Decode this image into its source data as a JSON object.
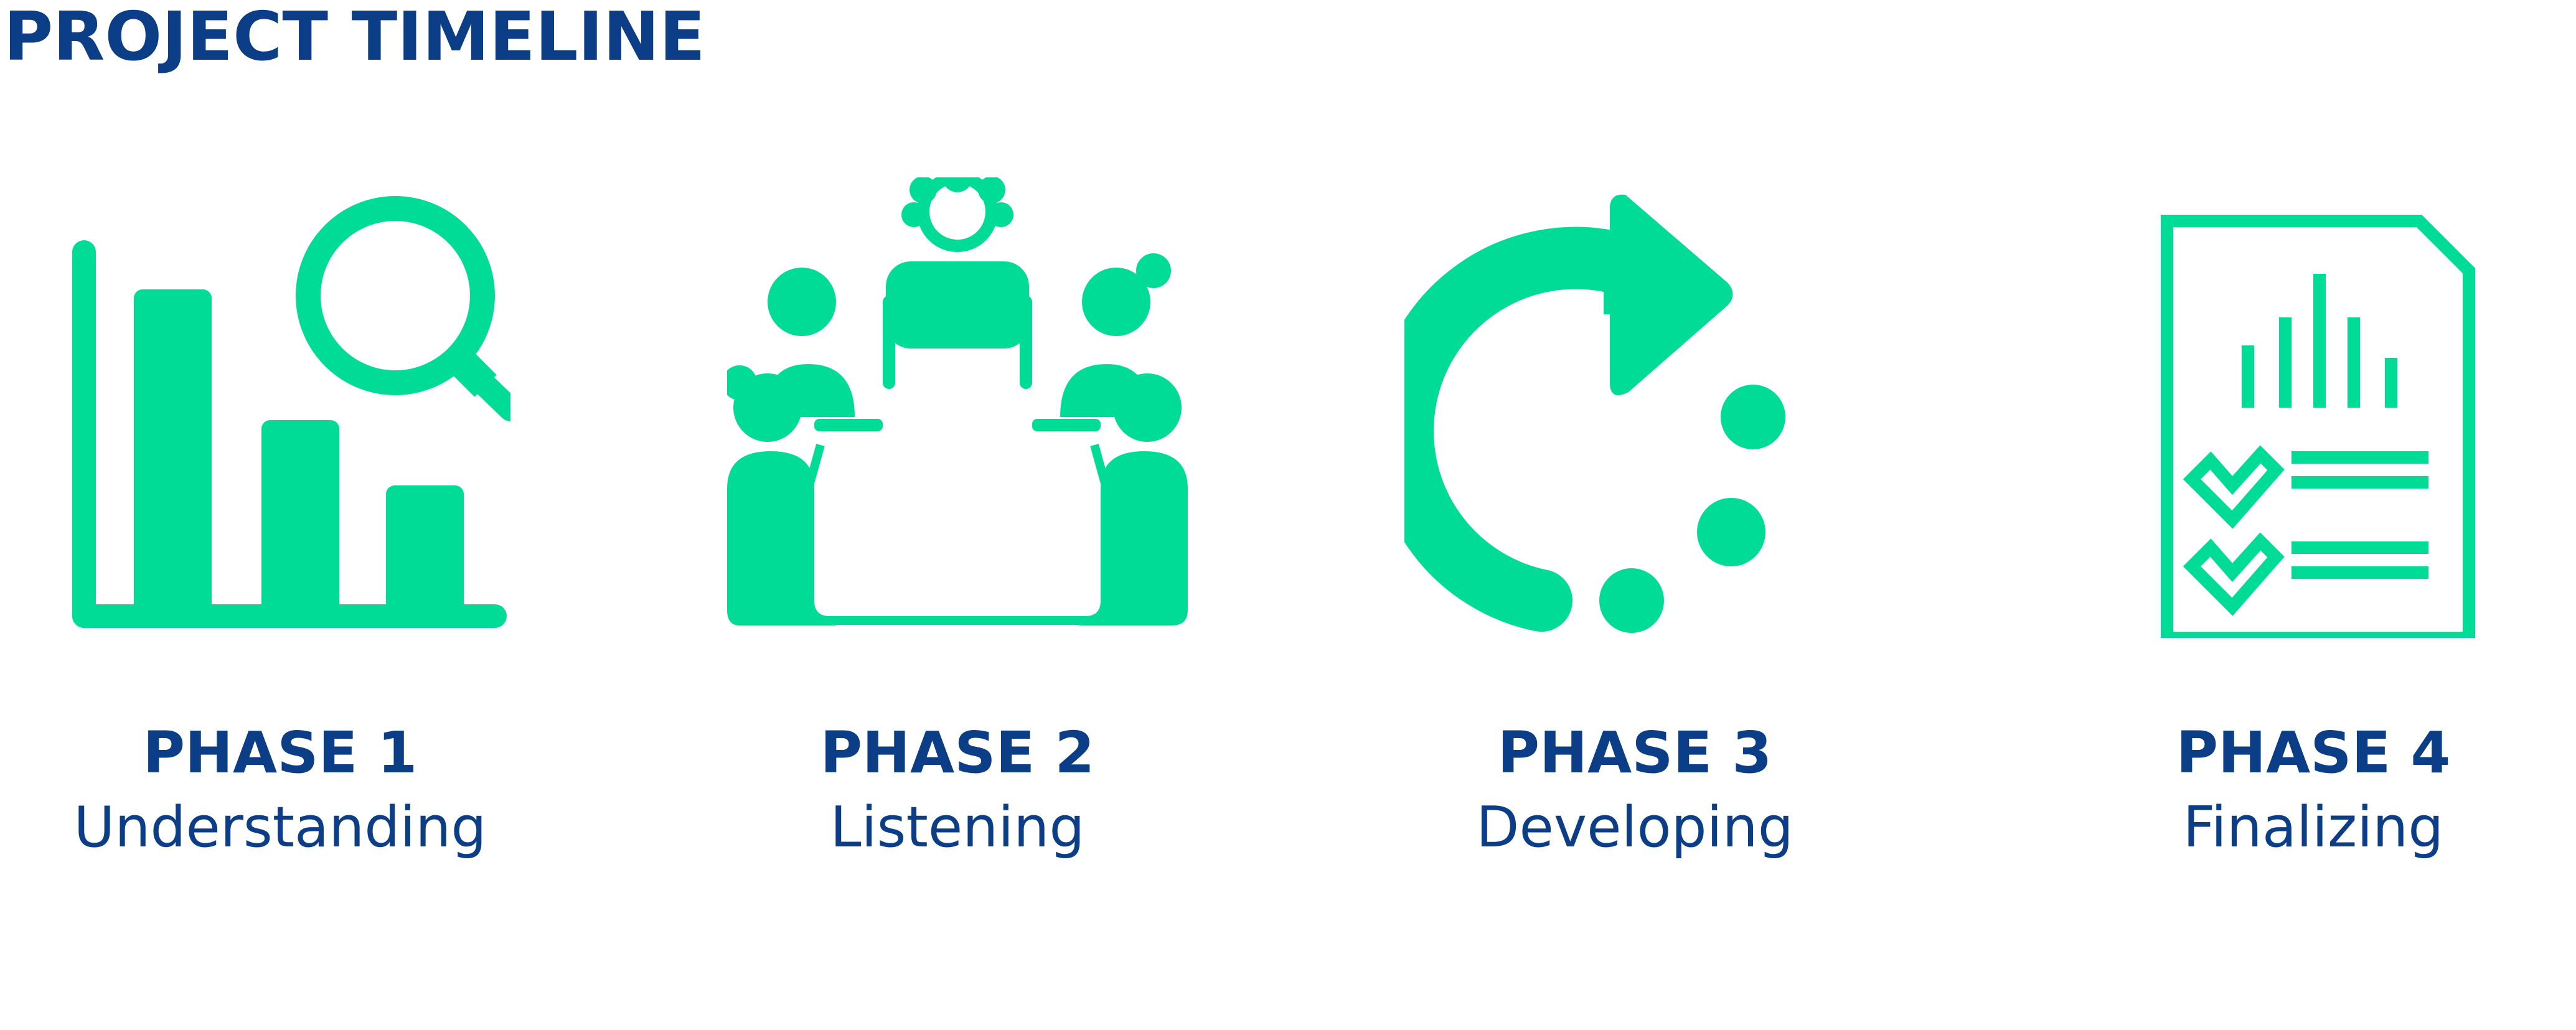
{
  "title": "PROJECT TIMELINE",
  "accent_color": "#00dc96",
  "text_color": "#0b3e87",
  "phases": [
    {
      "label": "PHASE 1",
      "name": "Understanding",
      "icon": "bar-chart-magnifier-icon"
    },
    {
      "label": "PHASE 2",
      "name": "Listening",
      "icon": "meeting-table-icon"
    },
    {
      "label": "PHASE 3",
      "name": "Developing",
      "icon": "loading-arrow-icon"
    },
    {
      "label": "PHASE 4",
      "name": "Finalizing",
      "icon": "checklist-report-icon"
    }
  ]
}
